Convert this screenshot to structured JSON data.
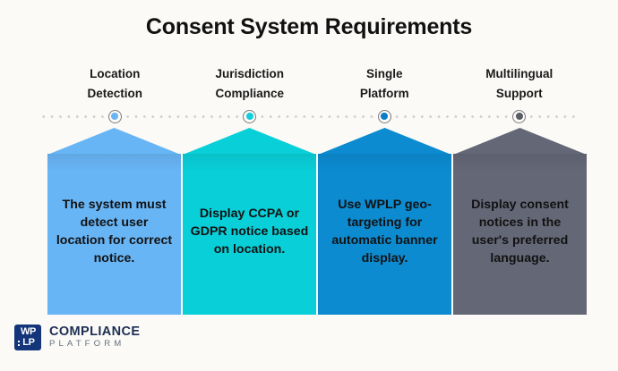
{
  "page": {
    "background_color": "#FBFAF7",
    "title": "Consent System Requirements"
  },
  "columns": [
    {
      "header_line1": "Location",
      "header_line2": "Detection",
      "marker_color": "#69B3F2",
      "marker_ring_color": "#7a7a82",
      "panel_color": "#68B5F5",
      "panel_text": "The system must detect user location for correct notice."
    },
    {
      "header_line1": "Jurisdiction",
      "header_line2": "Compliance",
      "marker_color": "#12CEDC",
      "marker_ring_color": "#7a7a82",
      "panel_color": "#09CFD8",
      "panel_text": "Display CCPA or GDPR notice based on location."
    },
    {
      "header_line1": "Single",
      "header_line2": "Platform",
      "marker_color": "#0A7CC8",
      "marker_ring_color": "#7a7a82",
      "panel_color": "#0C8BD1",
      "panel_text": "Use WPLP geo-targeting for automatic banner display."
    },
    {
      "header_line1": "Multilingual",
      "header_line2": "Support",
      "marker_color": "#5A5C66",
      "marker_ring_color": "#7a7a82",
      "panel_color": "#646776",
      "panel_text": "Display consent notices in the user's preferred language."
    }
  ],
  "logo": {
    "mark_line1": "WP",
    "mark_line2": "LP",
    "mark_color": "#15357a",
    "word_top": "COMPLIANCE",
    "word_bottom": "PLATFORM",
    "word_top_color": "#1c2e54",
    "word_bottom_color": "#64707f"
  }
}
